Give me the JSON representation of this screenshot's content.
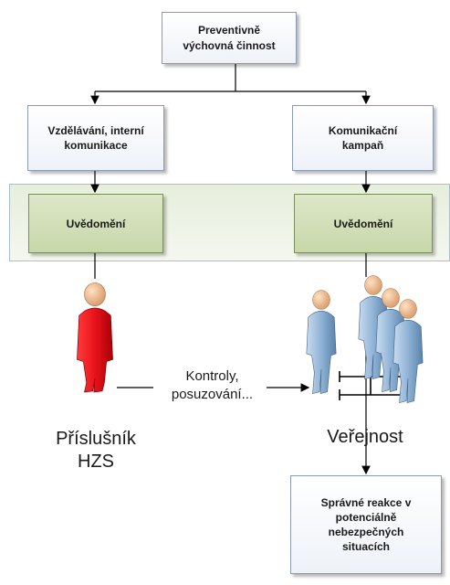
{
  "nodes": {
    "top": "Preventivně\nvýchovná činnost",
    "left": "Vzdělávání, interní\nkomunikace",
    "right": "Komunikační\nkampaň",
    "awareness_left": "Uvědomění",
    "awareness_right": "Uvědomění",
    "result": "Správné reakce v\npotenciálně\nnebezpečných\nsituacích"
  },
  "labels": {
    "member_line1": "Příslušník",
    "member_line2": "HZS",
    "public": "Veřejnost",
    "checks_line1": "Kontroly,",
    "checks_line2": "posuzování..."
  },
  "colors": {
    "member_figure": "#e8131a",
    "public_figure": "#8fb3d6",
    "awareness_box": "#d3e0bd",
    "band": "#eef3e4"
  }
}
